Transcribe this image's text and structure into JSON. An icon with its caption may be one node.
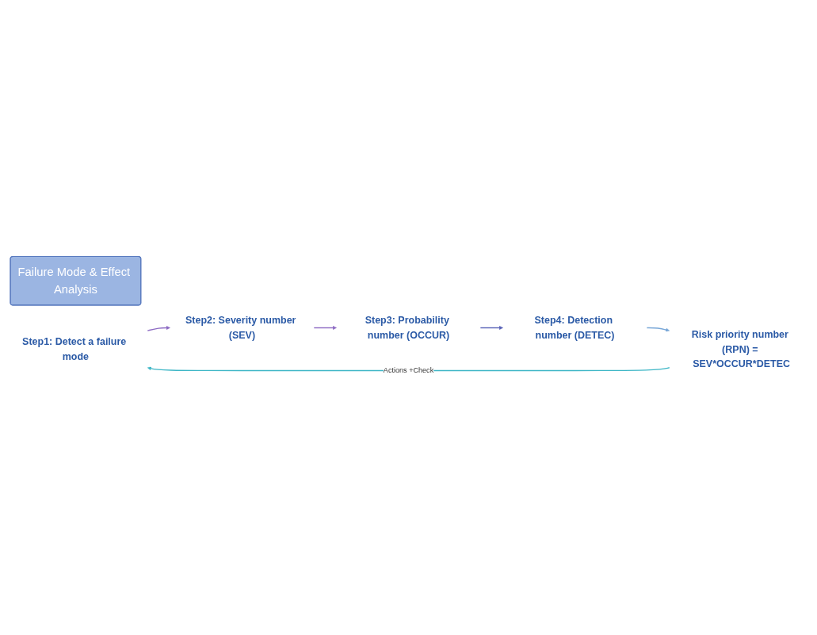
{
  "diagram": {
    "nodes": [
      {
        "text": [
          "Failure Mode & Effect Analysis"
        ]
      },
      {
        "text": [
          "Step1: Detect a failure mode"
        ]
      },
      {
        "text": [
          "Step2: Severity number (SEV)"
        ]
      },
      {
        "text": [
          "Step3: Probability number (OCCUR)"
        ]
      },
      {
        "text": [
          "Step4: Detection number (DETEC)"
        ]
      },
      {
        "text": [
          "Risk priority number (RPN) = SEV*OCCUR*DETEC"
        ]
      }
    ],
    "edges": [
      {
        "from": 1,
        "to": 2,
        "arrow": "to",
        "color": "#8e6cc4"
      },
      {
        "from": 2,
        "to": 3,
        "arrow": "to",
        "color": "#8e6cc4"
      },
      {
        "from": 3,
        "to": 4,
        "arrow": "to",
        "color": "#5a64b8"
      },
      {
        "from": 4,
        "to": 5,
        "arrow": "to",
        "color": "#7aa8d8"
      },
      {
        "from": 5,
        "to": 1,
        "arrow": "to",
        "label": "Actions +Check",
        "color": "#3db6c6"
      }
    ]
  }
}
